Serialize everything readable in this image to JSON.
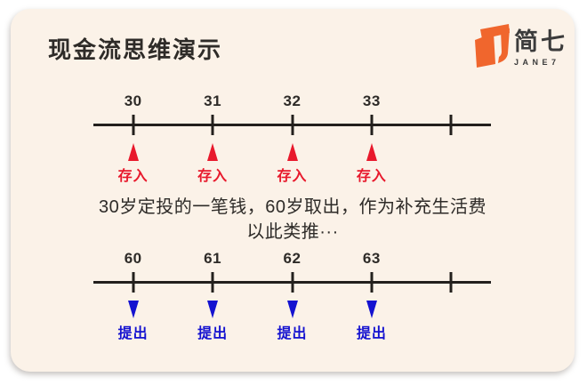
{
  "page": {
    "title": "现金流思维演示"
  },
  "brand": {
    "name_cn": "简七",
    "name_en": "JANE7",
    "accent_color": "#F0662D",
    "text_color": "#3B3B3B"
  },
  "diagram": {
    "deposit_timeline": {
      "tick_labels": [
        "30",
        "31",
        "32",
        "33"
      ],
      "tick_count": 5,
      "marker_label": "存入",
      "marker_color": "#E8192C",
      "marker_direction": "up"
    },
    "caption": {
      "line1": "30岁定投的一笔钱，60岁取出，作为补充生活费",
      "line2": "以此类推···"
    },
    "withdraw_timeline": {
      "tick_labels": [
        "60",
        "61",
        "62",
        "63"
      ],
      "tick_count": 5,
      "marker_label": "提出",
      "marker_color": "#1412D0",
      "marker_direction": "down"
    }
  },
  "colors": {
    "card_background": "#FBF2E8",
    "timeline_line": "#23201D",
    "title_text": "#2E2B28"
  }
}
